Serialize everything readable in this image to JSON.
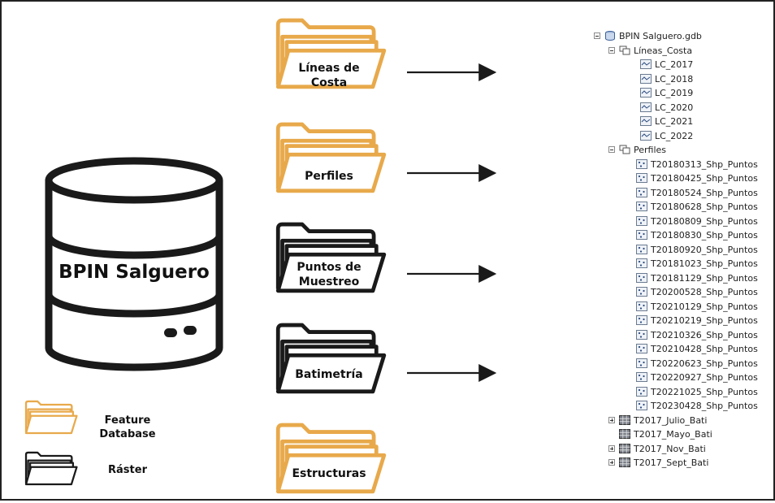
{
  "database": {
    "title": "BPIN Salguero"
  },
  "folders": [
    {
      "label": "Líneas de Costa",
      "kind": "feature"
    },
    {
      "label": "Perfiles",
      "kind": "feature"
    },
    {
      "label": "Puntos de Muestreo",
      "kind": "raster"
    },
    {
      "label": "Batimetría",
      "kind": "raster"
    },
    {
      "label": "Estructuras",
      "kind": "feature"
    }
  ],
  "legend": {
    "feature": "Feature Database",
    "raster": "Ráster"
  },
  "colors": {
    "feature": "#e8a94b",
    "raster": "#1a1a1a",
    "line": "#222222"
  },
  "tree": {
    "root": "BPIN Salguero.gdb",
    "lineas": {
      "label": "Líneas_Costa",
      "items": [
        "LC_2017",
        "LC_2018",
        "LC_2019",
        "LC_2020",
        "LC_2021",
        "LC_2022"
      ]
    },
    "perfiles": {
      "label": "Perfiles",
      "items": [
        "T20180313_Shp_Puntos",
        "T20180425_Shp_Puntos",
        "T20180524_Shp_Puntos",
        "T20180628_Shp_Puntos",
        "T20180809_Shp_Puntos",
        "T20180830_Shp_Puntos",
        "T20180920_Shp_Puntos",
        "T20181023_Shp_Puntos",
        "T20181129_Shp_Puntos",
        "T20200528_Shp_Puntos",
        "T20210129_Shp_Puntos",
        "T20210219_Shp_Puntos",
        "T20210326_Shp_Puntos",
        "T20210428_Shp_Puntos",
        "T20220623_Shp_Puntos",
        "T20220927_Shp_Puntos",
        "T20221025_Shp_Puntos",
        "T20230428_Shp_Puntos"
      ]
    },
    "rasters": [
      {
        "label": "T2017_Julio_Bati",
        "expandable": true
      },
      {
        "label": "T2017_Mayo_Bati",
        "expandable": false
      },
      {
        "label": "T2017_Nov_Bati",
        "expandable": true
      },
      {
        "label": "T2017_Sept_Bati",
        "expandable": true
      }
    ]
  }
}
